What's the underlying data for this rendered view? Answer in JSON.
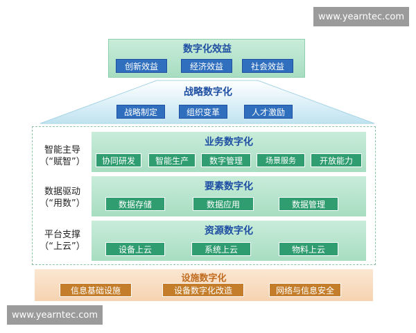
{
  "watermark": "www.yearntec.com",
  "benefits": {
    "title": "数字化效益",
    "items": [
      "创新效益",
      "经济效益",
      "社会效益"
    ]
  },
  "strategy": {
    "title": "战略数字化",
    "items": [
      "战略制定",
      "组织变革",
      "人才激励"
    ]
  },
  "business": {
    "title": "业务数字化",
    "side1": "智能主导",
    "side2": "（“赋智”）",
    "items": [
      "协同研发",
      "智能生产",
      "数字管理",
      "场景服务",
      "开放能力"
    ]
  },
  "elements": {
    "title": "要素数字化",
    "side1": "数据驱动",
    "side2": "（“用数”）",
    "items": [
      "数据存储",
      "数据应用",
      "数据管理"
    ]
  },
  "resources": {
    "title": "资源数字化",
    "side1": "平台支撑",
    "side2": "（“上云”）",
    "items": [
      "设备上云",
      "系统上云",
      "物料上云"
    ]
  },
  "facilities": {
    "title": "设施数字化",
    "items": [
      "信息基础设施",
      "设备数字化改造",
      "网络与信息安全"
    ]
  },
  "colors": {
    "blue_box": "#2f6fbd",
    "green_box": "#2f9d6f",
    "orange_box": "#c47d2a",
    "green_panel": "#b8e4cd",
    "orange_panel": "#f7dcc0",
    "title_blue": "#1f4fa3"
  }
}
